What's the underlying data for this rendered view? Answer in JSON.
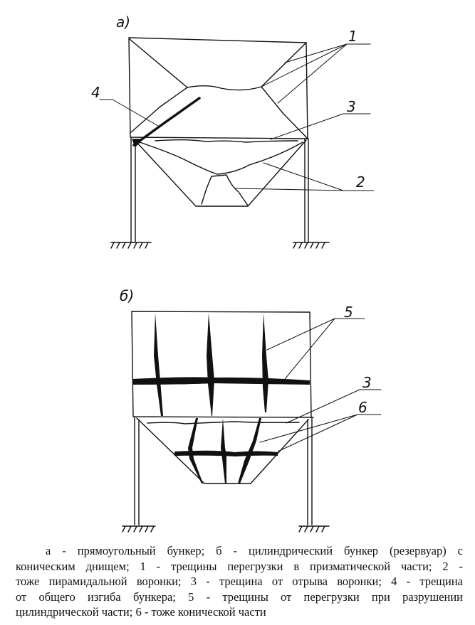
{
  "figure_a": {
    "label": "а)",
    "callouts": [
      "1",
      "2",
      "3",
      "4"
    ]
  },
  "figure_b": {
    "label": "б)",
    "callouts": [
      "5",
      "3",
      "6"
    ]
  },
  "caption": {
    "lines": [
      "а - прямоугольный бункер; б - цилиндрический бункер (резервуар) с",
      "коническим днищем; 1 - трещины перегрузки в призматической части; 2 -",
      "тоже пирамидальной воронки; 3 - трещина от  отрыва воронки; 4 - трещина",
      "от общего изгиба бункера; 5 - трещины от перегрузки при разрушении",
      "цилиндрической части; 6 - тоже конической части"
    ]
  }
}
